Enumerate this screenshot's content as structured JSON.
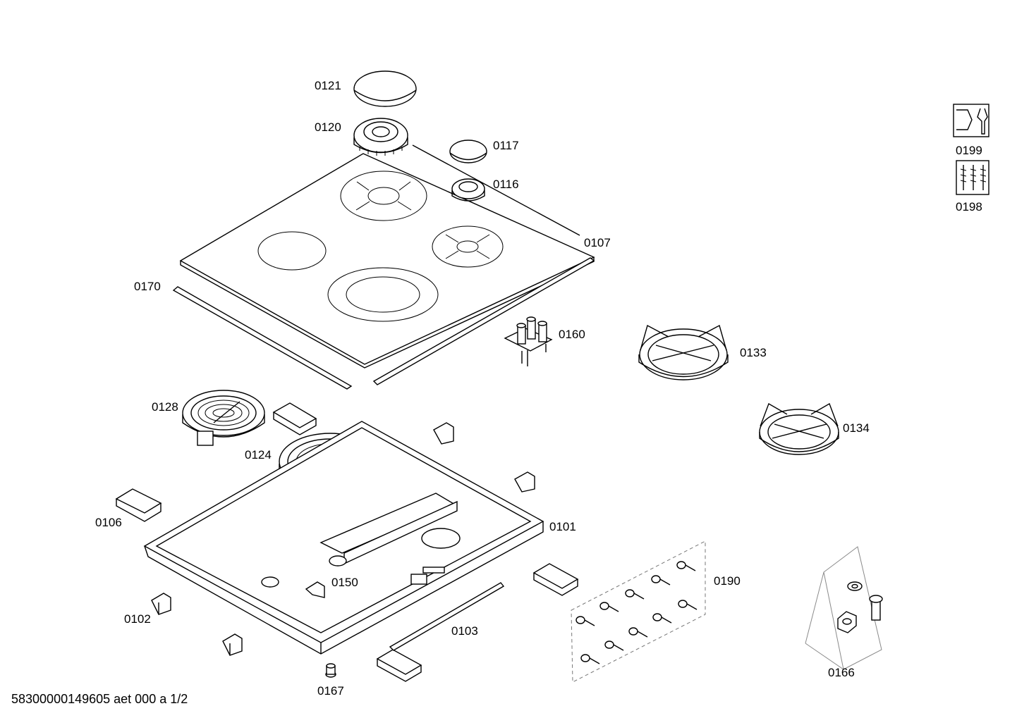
{
  "labels": {
    "p0121": "0121",
    "p0120": "0120",
    "p0117": "0117",
    "p0116": "0116",
    "p0107": "0107",
    "p0170": "0170",
    "p0160": "0160",
    "p0133": "0133",
    "p0128": "0128",
    "p0124": "0124",
    "p0134": "0134",
    "p0106": "0106",
    "p0101": "0101",
    "p0150": "0150",
    "p0190": "0190",
    "p0102": "0102",
    "p0103": "0103",
    "p0166": "0166",
    "p0167": "0167",
    "p0199": "0199",
    "p0198": "0198"
  },
  "footer": {
    "document_id": "58300000149605 aet 000 a 1/2"
  },
  "icons": {
    "tool": "wrench-nut-icon",
    "screws": "screws-icon"
  }
}
